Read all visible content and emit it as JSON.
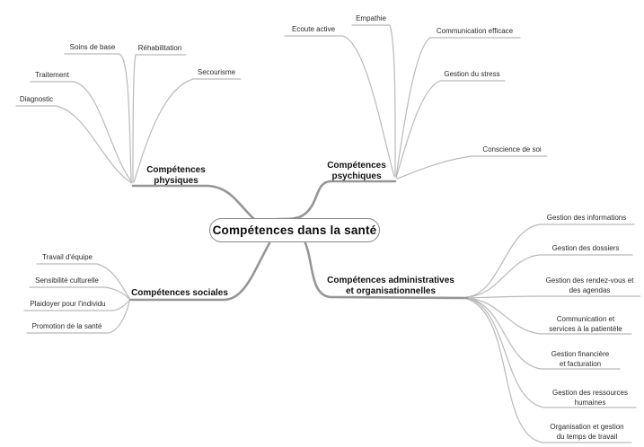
{
  "root": {
    "label": "Compétences dans la santé"
  },
  "colors": {
    "background": "#ffffff",
    "thin_branch": "#b9b9b9",
    "thick_branch": "#969696",
    "node_border": "#868686",
    "text": "#1a1a1a"
  },
  "branches": [
    {
      "label": "Compétences\nphysiques",
      "leaves": [
        {
          "label": "Soins de base"
        },
        {
          "label": "Réhabilitation"
        },
        {
          "label": "Traitement"
        },
        {
          "label": "Secourisme"
        },
        {
          "label": "Diagnostic"
        }
      ]
    },
    {
      "label": "Compétences\npsychiques",
      "leaves": [
        {
          "label": "Ecoute active"
        },
        {
          "label": "Empathie"
        },
        {
          "label": "Communication efficace"
        },
        {
          "label": "Gestion du stress"
        },
        {
          "label": "Conscience de soi"
        }
      ]
    },
    {
      "label": "Compétences sociales",
      "leaves": [
        {
          "label": "Travail d'équipe"
        },
        {
          "label": "Sensibilité culturelle"
        },
        {
          "label": "Plaidoyer pour l'individu"
        },
        {
          "label": "Promotion de la santé"
        }
      ]
    },
    {
      "label": "Compétences administratives\net organisationnelles",
      "leaves": [
        {
          "label": "Gestion des informations"
        },
        {
          "label": "Gestion des dossiers"
        },
        {
          "label": "Gestion des rendez-vous et\ndes agendas"
        },
        {
          "label": "Communication et\nservices à la patientèle"
        },
        {
          "label": "Gestion financière\net facturation"
        },
        {
          "label": "Gestion des ressources\nhumaines"
        },
        {
          "label": "Organisation et gestion\ndu temps de travail"
        }
      ]
    }
  ]
}
